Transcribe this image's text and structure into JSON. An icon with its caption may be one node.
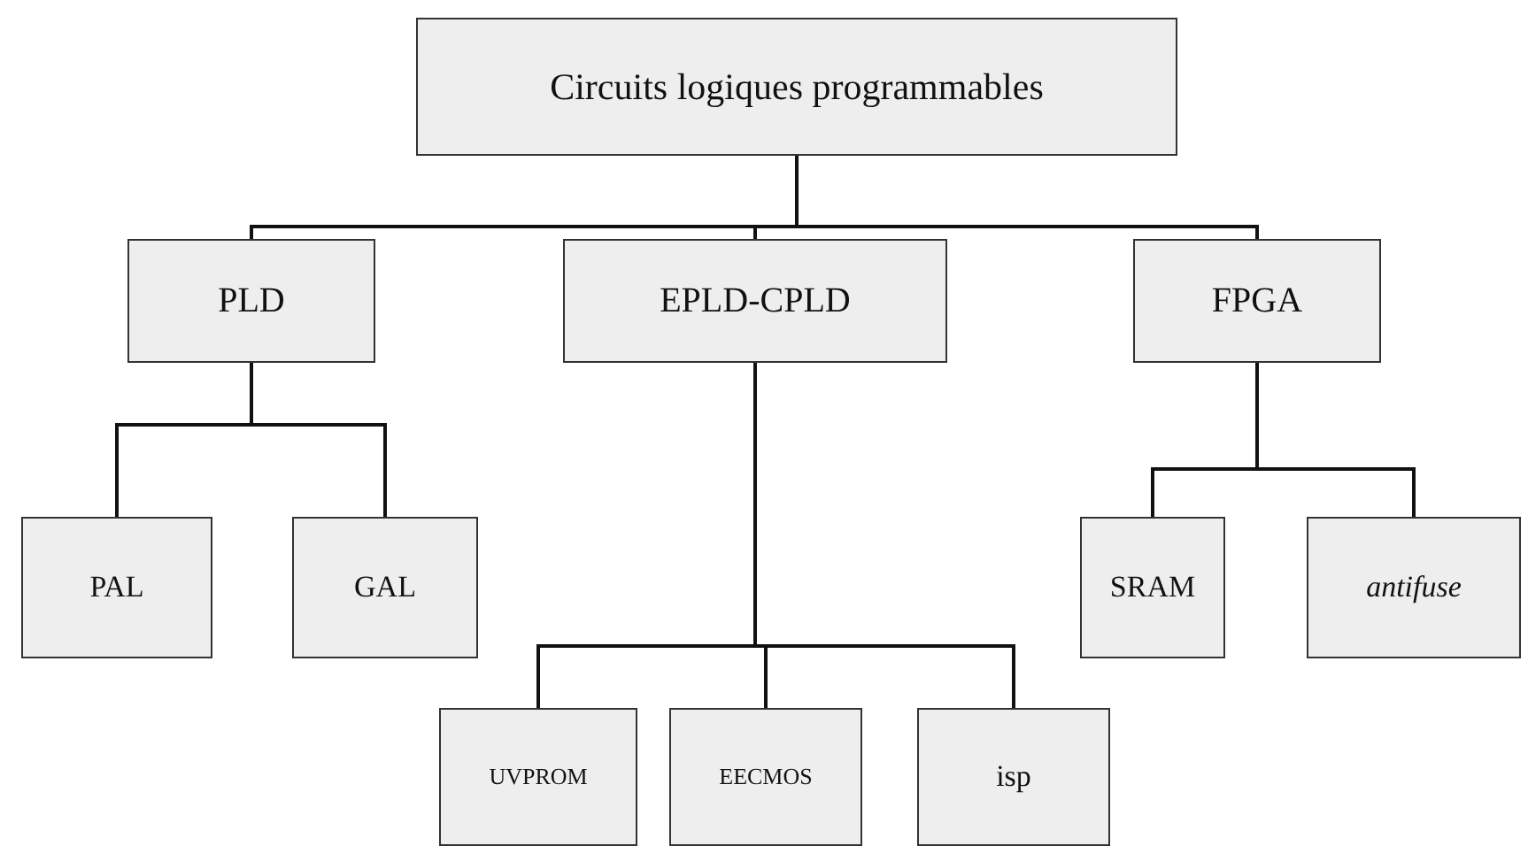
{
  "diagram": {
    "nodes": [
      {
        "text": [
          "Circuits logiques programmables"
        ]
      },
      {
        "text": [
          "PLD"
        ]
      },
      {
        "text": [
          "EPLD-CPLD"
        ]
      },
      {
        "text": [
          "FPGA"
        ]
      },
      {
        "text": [
          "PAL"
        ]
      },
      {
        "text": [
          "GAL"
        ]
      },
      {
        "text": [
          "SRAM"
        ]
      },
      {
        "text": [
          "antifuse"
        ]
      },
      {
        "text": [
          "UVPROM"
        ]
      },
      {
        "text": [
          "EECMOS"
        ]
      },
      {
        "text": [
          "isp"
        ]
      }
    ],
    "edges": [
      {
        "from": 0,
        "to": 1,
        "arrow": "none"
      },
      {
        "from": 0,
        "to": 2,
        "arrow": "none"
      },
      {
        "from": 0,
        "to": 3,
        "arrow": "none"
      },
      {
        "from": 1,
        "to": 4,
        "arrow": "none"
      },
      {
        "from": 1,
        "to": 5,
        "arrow": "none"
      },
      {
        "from": 3,
        "to": 6,
        "arrow": "none"
      },
      {
        "from": 3,
        "to": 7,
        "arrow": "none"
      },
      {
        "from": 2,
        "to": 8,
        "arrow": "none"
      },
      {
        "from": 2,
        "to": 9,
        "arrow": "none"
      },
      {
        "from": 2,
        "to": 10,
        "arrow": "none"
      }
    ]
  }
}
